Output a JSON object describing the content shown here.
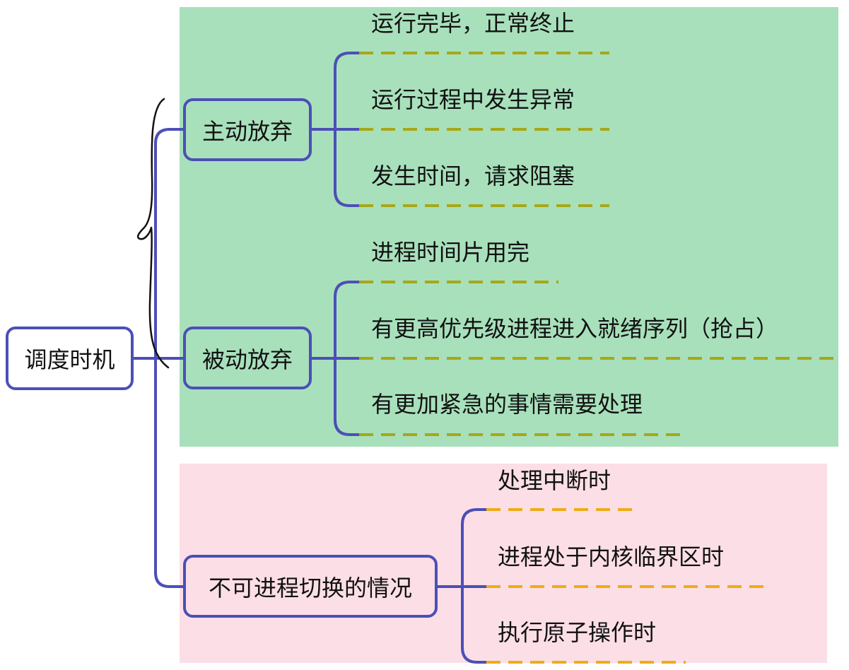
{
  "colors": {
    "node_border": "#4c4fb6",
    "connector": "#4c4fb6",
    "green_region": "#a8e0bc",
    "pink_region": "#fcdfe6",
    "dash_green_group": "#a6a817",
    "dash_pink_group": "#efac16",
    "annotation_ink": "#111111"
  },
  "root": {
    "label": "调度时机"
  },
  "branches": [
    {
      "label": "主动放弃",
      "children": [
        "运行完毕，正常终止",
        "运行过程中发生异常",
        "发生时间，请求阻塞"
      ]
    },
    {
      "label": "被动放弃",
      "children": [
        "进程时间片用完",
        "有更高优先级进程进入就绪序列（抢占）",
        "有更加紧急的事情需要处理"
      ]
    },
    {
      "label": "不可进程切换的情况",
      "children": [
        "处理中断时",
        "进程处于内核临界区时",
        "执行原子操作时"
      ]
    }
  ],
  "annotation": {
    "icon": "handwritten-curly-brace-icon"
  }
}
